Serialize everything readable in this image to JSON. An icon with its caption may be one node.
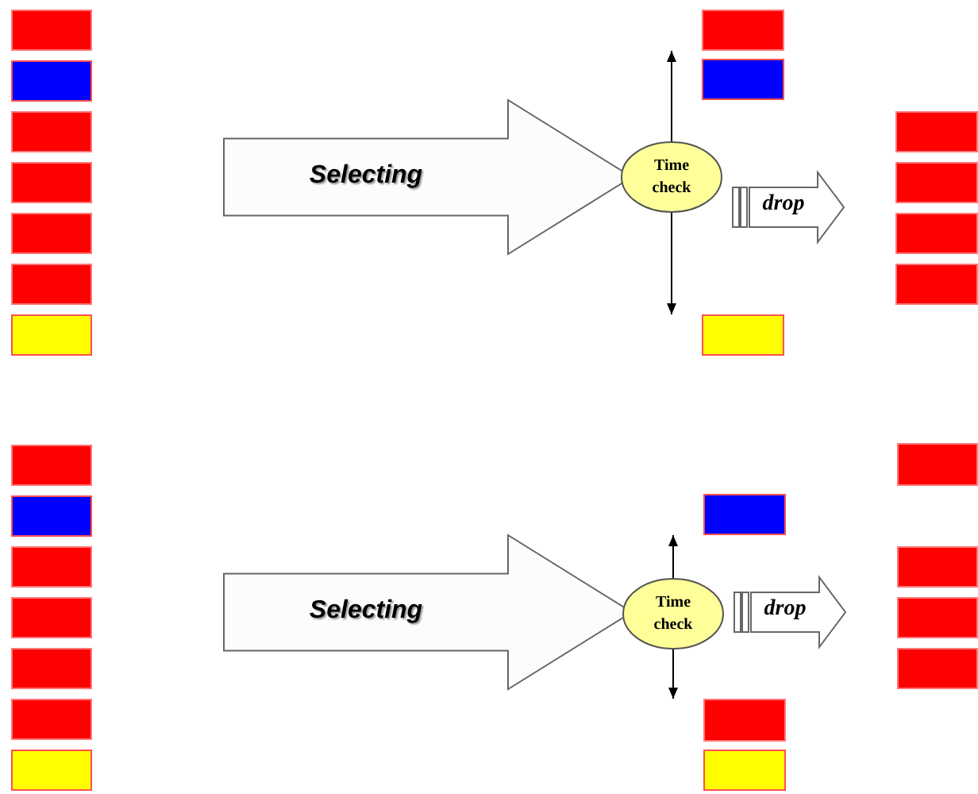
{
  "diagram": {
    "nodes": [
      {
        "text": [],
        "shape": "box"
      },
      {
        "text": [],
        "shape": "box"
      },
      {
        "text": [],
        "shape": "box"
      },
      {
        "text": [],
        "shape": "box"
      },
      {
        "text": [],
        "shape": "box"
      },
      {
        "text": [],
        "shape": "box"
      },
      {
        "text": [],
        "shape": "box"
      },
      {
        "text": [
          "Selecting"
        ]
      },
      {
        "text": [],
        "shape": "box"
      },
      {
        "text": [],
        "shape": "box"
      },
      {
        "text": [
          "Time check"
        ]
      },
      {
        "text": [
          "drop"
        ]
      },
      {
        "text": [],
        "shape": "box"
      },
      {
        "text": [],
        "shape": "box"
      },
      {
        "text": [],
        "shape": "box"
      },
      {
        "text": [],
        "shape": "box"
      },
      {
        "text": [],
        "shape": "box"
      },
      {
        "text": [],
        "shape": "box"
      },
      {
        "text": [],
        "shape": "box"
      },
      {
        "text": [],
        "shape": "box"
      },
      {
        "text": [],
        "shape": "box"
      },
      {
        "text": [],
        "shape": "box"
      },
      {
        "text": [],
        "shape": "box"
      },
      {
        "text": [],
        "shape": "box"
      },
      {
        "text": [
          "Selecting"
        ]
      },
      {
        "text": [],
        "shape": "box"
      },
      {
        "text": [
          "Time check"
        ]
      },
      {
        "text": [
          "drop"
        ]
      },
      {
        "text": [],
        "shape": "box"
      },
      {
        "text": [],
        "shape": "box"
      },
      {
        "text": [],
        "shape": "box"
      },
      {
        "text": [],
        "shape": "box"
      },
      {
        "text": [],
        "shape": "box"
      },
      {
        "text": [],
        "shape": "box"
      }
    ],
    "edges": [
      {
        "from": 10,
        "to": 8,
        "arrow": "to"
      },
      {
        "from": 10,
        "to": 12,
        "arrow": "to"
      },
      {
        "from": 26,
        "to": 25,
        "arrow": "to"
      },
      {
        "from": 26,
        "to": 28,
        "arrow": "to"
      }
    ]
  }
}
